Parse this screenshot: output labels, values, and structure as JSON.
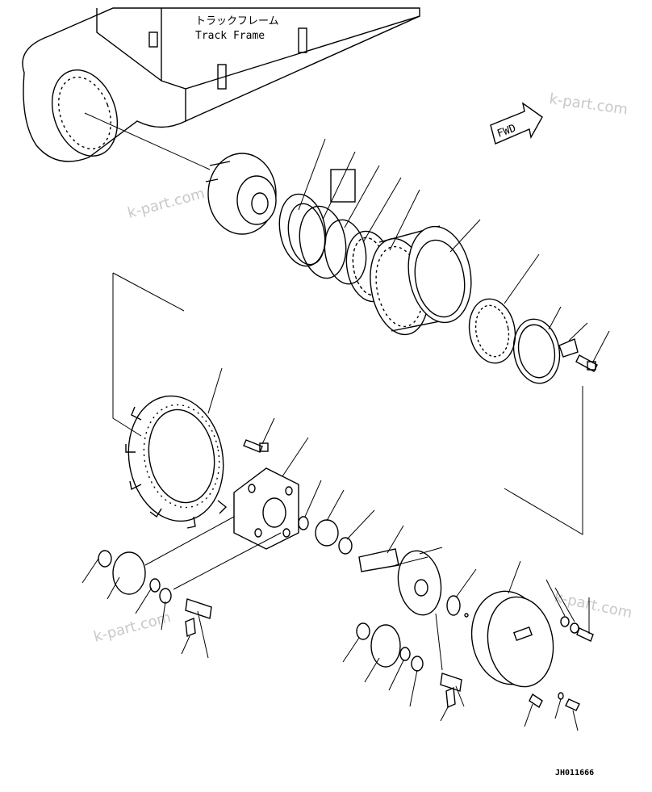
{
  "title_jp": "トラックフレーム",
  "title_en": "Track Frame",
  "fwd_label": "FWD",
  "watermarks": [
    "k-part.com",
    "k-part.com",
    "k-part.com",
    "k-part.com"
  ],
  "drawing_code": "JH011666"
}
